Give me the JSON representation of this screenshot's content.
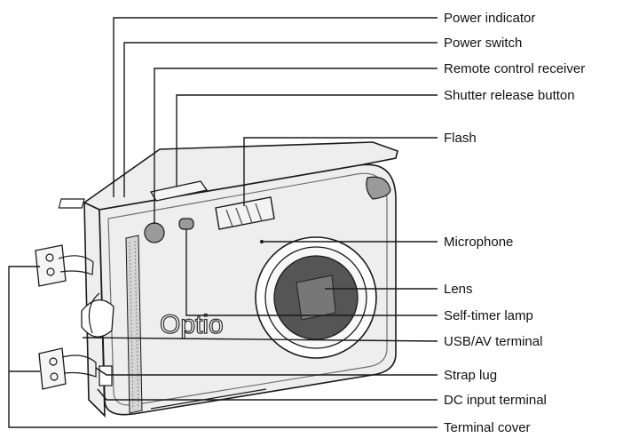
{
  "camera": {
    "logo_text": "Optio"
  },
  "labels": [
    "Power indicator",
    "Power switch",
    "Remote control receiver",
    "Shutter release button",
    "Flash",
    "Microphone",
    "Lens",
    "Self-timer lamp",
    "USB/AV terminal",
    "Strap lug",
    "DC input terminal",
    "Terminal cover"
  ],
  "colors": {
    "line": "#1a1a1a",
    "body": "#eeeeee",
    "lens": "#555555"
  }
}
